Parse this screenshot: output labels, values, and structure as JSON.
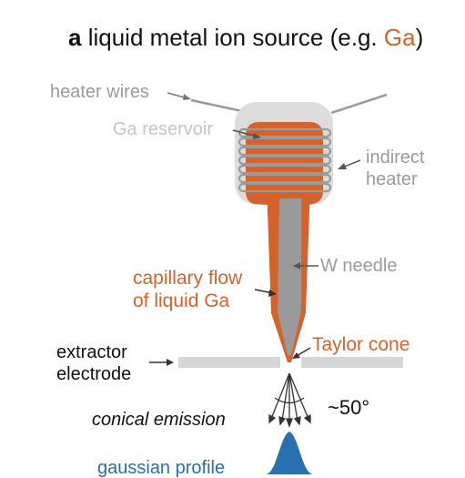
{
  "title": {
    "panel_letter": "a",
    "text": "liquid metal ion source (e.g. ",
    "accent": "Ga",
    "close": ")"
  },
  "labels": {
    "heater_wires": "heater wires",
    "ga_reservoir": "Ga reservoir",
    "indirect_heater_line1": "indirect",
    "indirect_heater_line2": "heater",
    "w_needle": "W needle",
    "capillary_flow_line1": "capillary flow",
    "capillary_flow_line2": "of liquid Ga",
    "taylor_cone": "Taylor cone",
    "extractor_line1": "extractor",
    "extractor_line2": "electrode",
    "emission_angle": "~50°",
    "conical_emission": "conical emission",
    "gaussian_profile": "gaussian profile"
  },
  "colors": {
    "gallium": "#d4622a",
    "tungsten": "#9a9a9a",
    "housing": "#dcdcdc",
    "electrode": "#d6d6d6",
    "profile": "#2a6fb0",
    "text": "#111111"
  }
}
